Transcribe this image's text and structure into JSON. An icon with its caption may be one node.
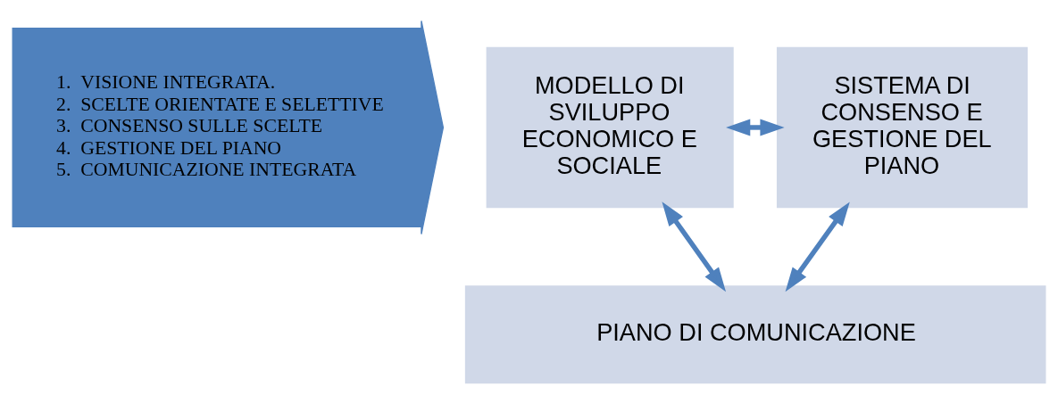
{
  "diagram": {
    "nodes": [
      {
        "text": [
          "1.  VISIONE INTEGRATA.",
          "2.  SCELTE ORIENTATE E SELETTIVE",
          "3.  CONSENSO SULLE SCELTE",
          "4.  GESTIONE DEL PIANO",
          "5.  COMUNICAZIONE INTEGRATA"
        ]
      },
      {
        "text": [
          "MODELLO DI SVILUPPO ECONOMICO E SOCIALE"
        ]
      },
      {
        "text": [
          "SISTEMA DI CONSENSO E GESTIONE DEL PIANO"
        ]
      },
      {
        "text": [
          "PIANO DI COMUNICAZIONE"
        ]
      }
    ],
    "edges": [
      {
        "from": 1,
        "to": 2,
        "arrow": "both"
      },
      {
        "from": 1,
        "to": 3,
        "arrow": "both"
      },
      {
        "from": 2,
        "to": 3,
        "arrow": "both"
      }
    ]
  }
}
